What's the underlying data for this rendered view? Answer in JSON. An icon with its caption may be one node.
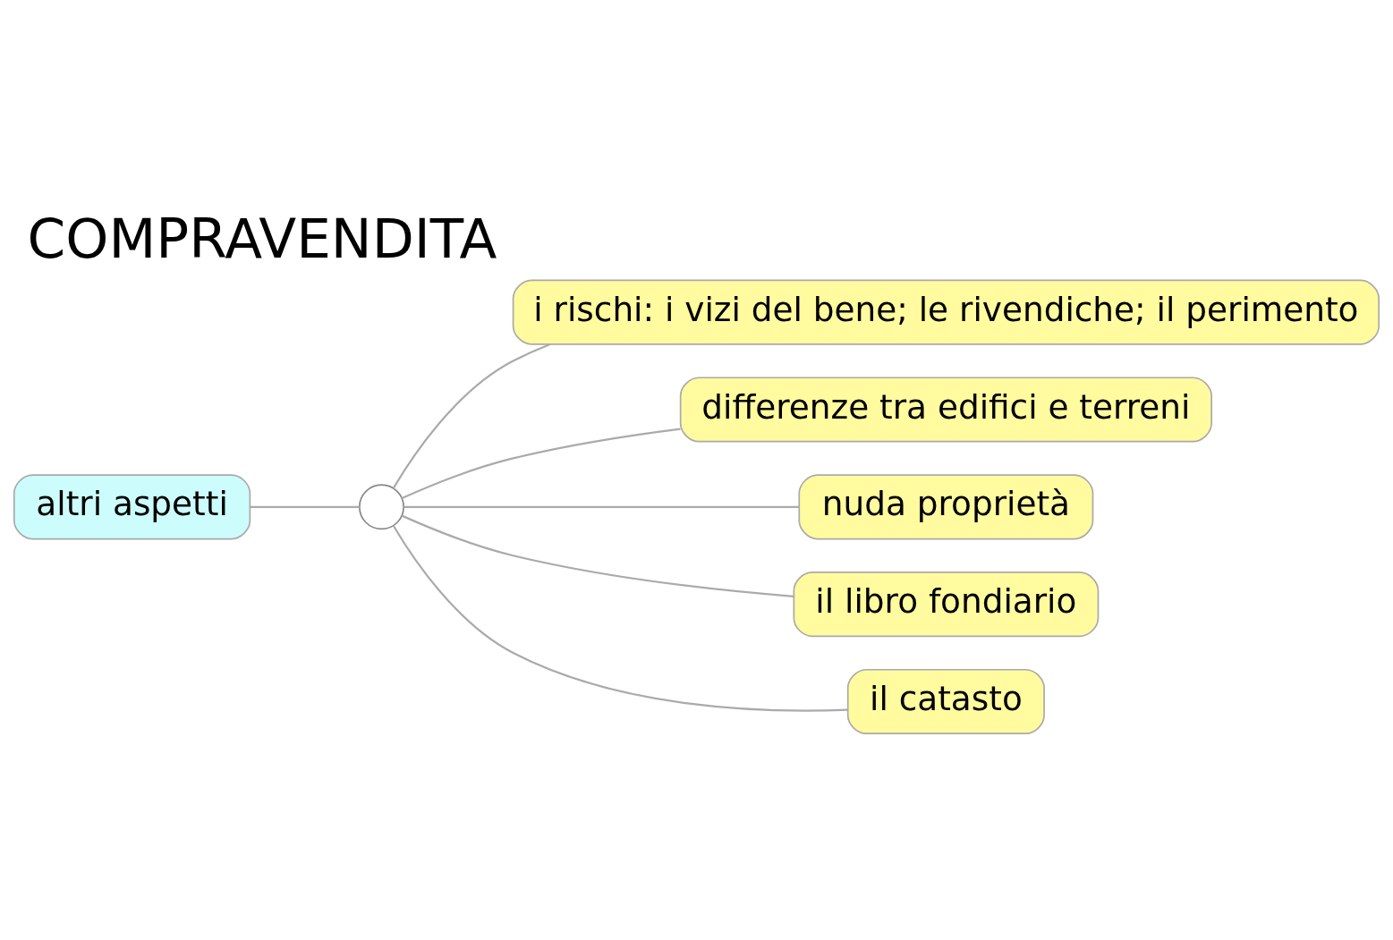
{
  "diagram": {
    "title": "COMPRAVENDITA",
    "nodes": [
      {
        "text": [
          "altri aspetti"
        ]
      },
      {
        "text": [],
        "shape": "circle"
      },
      {
        "text": [
          "i rischi: i vizi del bene; le rivendiche; il perimento"
        ]
      },
      {
        "text": [
          "differenze tra edifici e terreni"
        ]
      },
      {
        "text": [
          "nuda proprietà"
        ]
      },
      {
        "text": [
          "il libro fondiario"
        ]
      },
      {
        "text": [
          "il catasto"
        ]
      }
    ],
    "edges": [
      {
        "from": 0,
        "to": 1,
        "arrow": "none"
      },
      {
        "from": 1,
        "to": 2,
        "arrow": "none"
      },
      {
        "from": 1,
        "to": 3,
        "arrow": "none"
      },
      {
        "from": 1,
        "to": 4,
        "arrow": "none"
      },
      {
        "from": 1,
        "to": 5,
        "arrow": "none"
      },
      {
        "from": 1,
        "to": 6,
        "arrow": "none"
      }
    ]
  }
}
